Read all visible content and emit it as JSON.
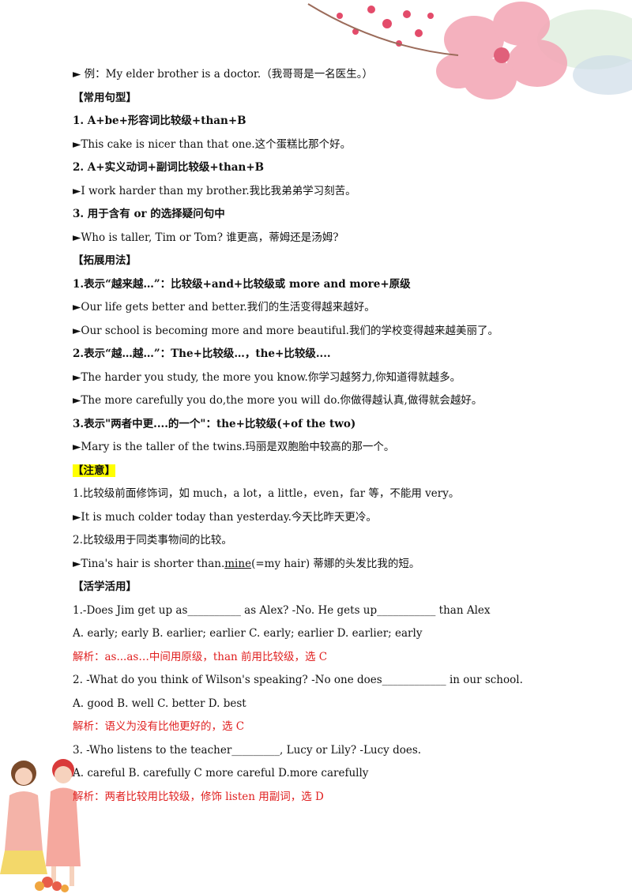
{
  "lines": [
    {
      "text": "► 例：My elder brother is a doctor.（我哥哥是一名医生。）"
    },
    {
      "text": "【常用句型】"
    },
    {
      "text": "1.   A+be+形容词比较级+than+B"
    },
    {
      "text": "►This cake is nicer than that one.这个蛋糕比那个好。"
    },
    {
      "text": "2.   A+实义动词+副词比较级+than+B"
    },
    {
      "text": "►I work harder than my brother.我比我弟弟学习刻苦。"
    },
    {
      "text": "3.   用于含有 or 的选择疑问句中"
    },
    {
      "text": "►Who is taller, Tim or Tom?  谁更高，蒂姆还是汤姆?"
    },
    {
      "text": "【拓展用法】"
    },
    {
      "text": "1.表示“越来越…”：比较级+and+比较级或 more and more+原级"
    },
    {
      "text": "►Our life gets better and better.我们的生活变得越来越好。"
    },
    {
      "text": "►Our school is becoming more and more beautiful.我们的学校变得越来越美丽了。"
    },
    {
      "text": "2.表示“越…越…”：The+比较级…，the+比较级...."
    },
    {
      "text": "►The harder you study, the more you know.你学习越努力,你知道得就越多。"
    },
    {
      "text": "►The more carefully you do,the more you will do.你做得越认真,做得就会越好。"
    },
    {
      "text": "3.表示\"两者中更....的一个\"：the+比较级(+of the two)"
    },
    {
      "text": "►Mary is the taller of the twins.玛丽是双胞胎中较高的那一个。"
    },
    {
      "text": "【注意】"
    },
    {
      "text": "1.比较级前面修饰词，如 much，a lot，a little，even，far 等，不能用 very。"
    },
    {
      "text": "►It is much colder today than yesterday.今天比昨天更冷。"
    },
    {
      "text": "2.比较级用于同类事物间的比较。"
    },
    {
      "text_a": "►Tina's hair is shorter than.",
      "text_u": "mine",
      "text_b": "(=my hair)  蒂娜的头发比我的短。"
    },
    {
      "text": "【活学活用】"
    },
    {
      "text": "1.-Does Jim get up as__________ as Alex?    -No. He gets up___________ than Alex"
    },
    {
      "text": "A.  early; early          B. earlier; earlier     C. early; earlier       D. earlier; early"
    },
    {
      "text": "解析：as...as…中间用原级，than 前用比较级，选 C"
    },
    {
      "text": "2. -What do you think of Wilson's speaking?    -No one does____________ in our school."
    },
    {
      "text": "A. good           B. well            C. better          D. best"
    },
    {
      "text": "解析：语义为没有比他更好的，选 C"
    },
    {
      "text": "3. -Who listens to the teacher_________, Lucy or Lily?    -Lucy does."
    },
    {
      "text": "A.  careful        B. carefully        C  more careful        D.more carefully"
    },
    {
      "text": "解析：两者比较用比较级，修饰 listen 用副词，选 D"
    }
  ]
}
